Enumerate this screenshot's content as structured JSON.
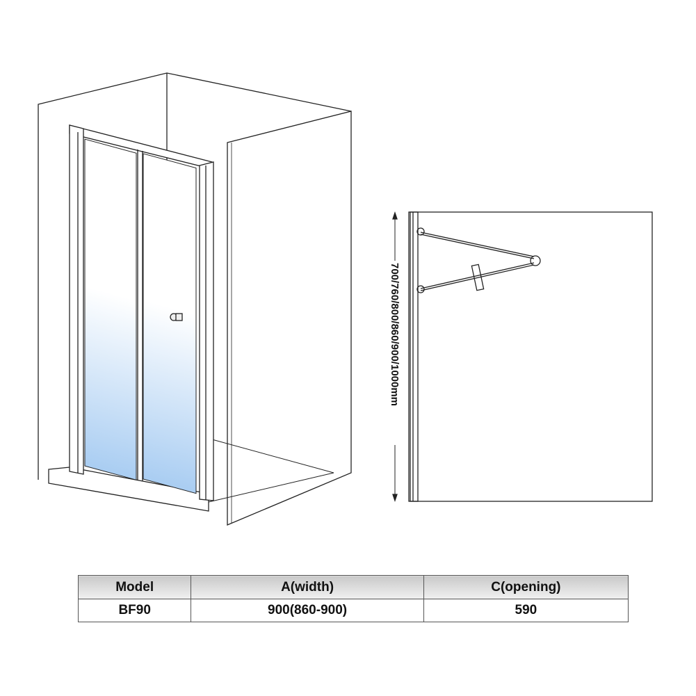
{
  "dimension_label": "700/760/800/860/900/1000mm",
  "table": {
    "headers": [
      "Model",
      "A(width)",
      "C(opening)"
    ],
    "rows": [
      [
        "BF90",
        "900(860-900)",
        "590"
      ]
    ]
  },
  "colors": {
    "glass": "#a9cdf2",
    "line": "#222222"
  }
}
